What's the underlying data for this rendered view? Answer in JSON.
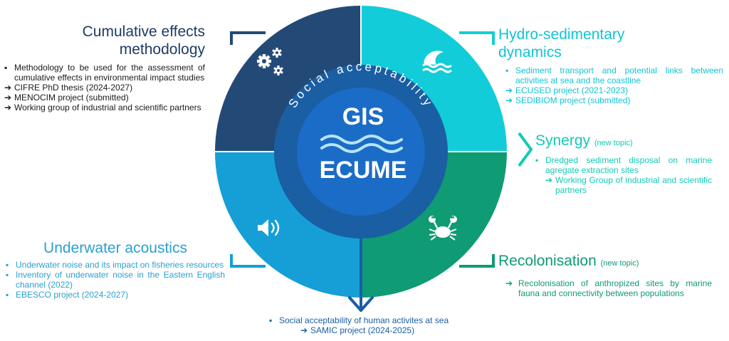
{
  "center": {
    "line1": "GIS",
    "line2": "ECUME",
    "ring_text": "Social acceptability"
  },
  "colors": {
    "navy_quadrant": "#234a77",
    "cyan_quadrant": "#12cdd9",
    "green_quadrant": "#0f9b73",
    "blue_quadrant": "#159fd6",
    "inner_ring": "#1a5ea3",
    "core": "#1b6cc7",
    "cumulative_text": "#1f3b66",
    "hydro_text": "#11c4d3",
    "synergy_text": "#13c9b6",
    "recolonisation_text": "#0f9a76",
    "acoustics_text": "#2aa0d0"
  },
  "icons": [
    "gears-icon",
    "wave-icon",
    "crab-icon",
    "speaker-icon",
    "down-arrow-icon",
    "wave-lines-icon"
  ],
  "cumulative": {
    "title_line1": "Cumulative effects",
    "title_line2": "methodology",
    "items": [
      {
        "marker": "▪",
        "text": "Methodology to be used for the assessment of cumulative effects in environmental impact studies"
      },
      {
        "marker": "➔",
        "text": "CIFRE PhD thesis (2024-2027)"
      },
      {
        "marker": "➔",
        "text": "MENOCIM project (submitted)"
      },
      {
        "marker": "➔",
        "text": "Working group of industrial and scientific partners"
      }
    ]
  },
  "hydro": {
    "title_line1": "Hydro-sedimentary",
    "title_line2": "dynamics",
    "items": [
      {
        "marker": "▪",
        "text": "Sediment transport and potential links between activities at sea and the coastline"
      },
      {
        "marker": "➔",
        "text": "ECUSED project (2021-2023)"
      },
      {
        "marker": "➔",
        "text": "SEDIBIOM project (submitted)"
      }
    ]
  },
  "synergy": {
    "title": "Synergy",
    "note": "(new topic)",
    "items": [
      {
        "marker": "▪",
        "text": "Dredged sediment disposal on marine agregate extraction sites"
      },
      {
        "marker": "➔",
        "text": "Working Group of industrial and scientific partners"
      }
    ]
  },
  "recolonisation": {
    "title": "Recolonisation",
    "note": "(new topic)",
    "items": [
      {
        "marker": "➔",
        "text": "Recolonisation of anthropized sites by marine fauna and connectivity between populations"
      }
    ]
  },
  "acoustics": {
    "title": "Underwater acoustics",
    "items": [
      {
        "marker": "▪",
        "text": "Underwater noise and its impact on fisheries resources"
      },
      {
        "marker": "▪",
        "text": "Inventory of underwater noise in the Eastern English channel (2022)"
      },
      {
        "marker": "▪",
        "text": "EBESCO project (2024-2027)"
      }
    ]
  },
  "social": {
    "items": [
      {
        "marker": "▪",
        "text": "Social acceptability of human activites at sea"
      },
      {
        "marker": "➔",
        "text": "SAMIC project (2024-2025)"
      }
    ]
  }
}
